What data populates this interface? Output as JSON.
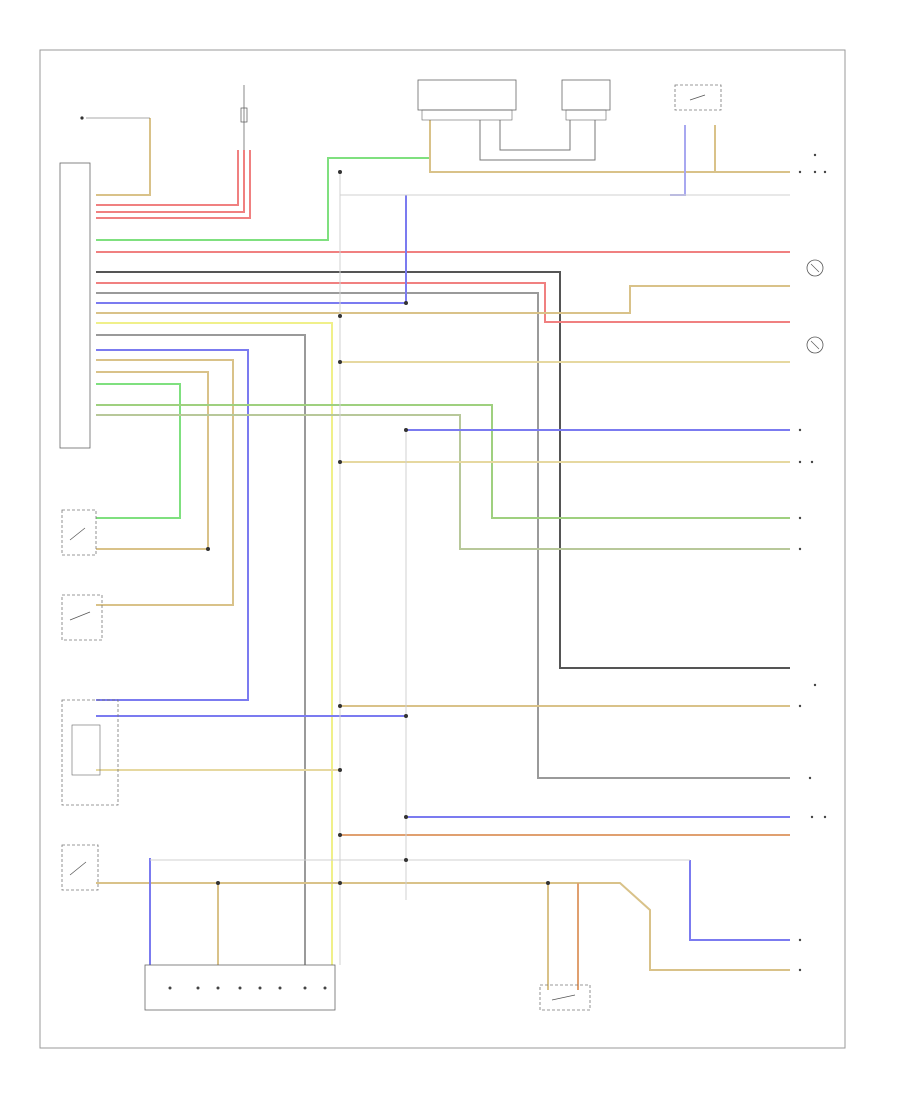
{
  "wire_colors": {
    "tan": "#d9c289",
    "red": "#f08080",
    "green": "#7fe07f",
    "blue": "#7b7bf0",
    "black": "#555555",
    "gray": "#9a9a9a",
    "yellow": "#f0f08a",
    "lightblue": "#a8a8f0",
    "orange": "#e0a070",
    "white": "#d8d8d8"
  },
  "page_code": "",
  "components": [
    {
      "id": "hot-at-all-times",
      "label": ""
    },
    {
      "id": "fuse-top",
      "label": ""
    },
    {
      "id": "junction-box-left",
      "label": ""
    },
    {
      "id": "control-unit-top-1",
      "label": ""
    },
    {
      "id": "control-unit-top-2",
      "label": ""
    },
    {
      "id": "switch-top-right",
      "label": ""
    },
    {
      "id": "fuel-gauge-right",
      "label": ""
    },
    {
      "id": "left-rear-lamp",
      "label": ""
    },
    {
      "id": "rear-lamp-label",
      "label": ""
    },
    {
      "id": "license-lamp",
      "label": ""
    },
    {
      "id": "left-turn-switch",
      "label": ""
    },
    {
      "id": "door-switch",
      "label": ""
    },
    {
      "id": "control-module-left",
      "label": ""
    },
    {
      "id": "trunk-switch",
      "label": ""
    },
    {
      "id": "central-lock-module",
      "label": ""
    },
    {
      "id": "rear-unit",
      "label": ""
    },
    {
      "id": "right-lamp-bottom",
      "label": ""
    },
    {
      "id": "right-switch-bottom",
      "label": ""
    }
  ]
}
